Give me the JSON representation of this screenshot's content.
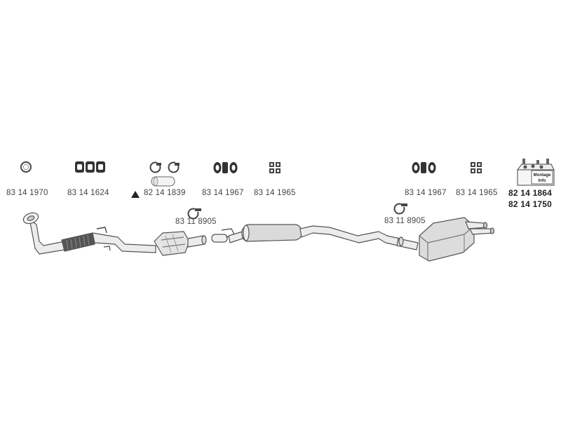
{
  "parts": [
    {
      "id": "p1",
      "number": "83 14 1970",
      "icon": "gasket-ring-icon"
    },
    {
      "id": "p2",
      "number": "83 14 1624",
      "icon": "rubber-hanger-icon"
    },
    {
      "id": "p3",
      "number": "82 14 1839",
      "icon": "clamp-sleeve-icon",
      "flag": "warning-triangle-icon"
    },
    {
      "id": "p4",
      "number": "83 14 1967",
      "icon": "rubber-mount-icon"
    },
    {
      "id": "p5",
      "number": "83 14 1965",
      "icon": "bolt-set-icon"
    },
    {
      "id": "p6",
      "number": "83 11 8905",
      "icon": "clamp-icon"
    },
    {
      "id": "p7",
      "number": "83 11 8905",
      "icon": "clamp-icon"
    },
    {
      "id": "p8",
      "number": "83 14 1967",
      "icon": "rubber-mount-icon"
    },
    {
      "id": "p9",
      "number": "83 14 1965",
      "icon": "bolt-set-icon"
    },
    {
      "id": "p10",
      "number": "82 14 1864",
      "icon": "mounting-kit-box-icon"
    },
    {
      "id": "p11",
      "number": "82 14 1750",
      "icon": "mounting-kit-box-icon"
    }
  ],
  "kit_box_label": [
    "Montage",
    "Info"
  ],
  "colors": {
    "line": "#555555",
    "fill": "#dddddd",
    "dark": "#444444"
  }
}
